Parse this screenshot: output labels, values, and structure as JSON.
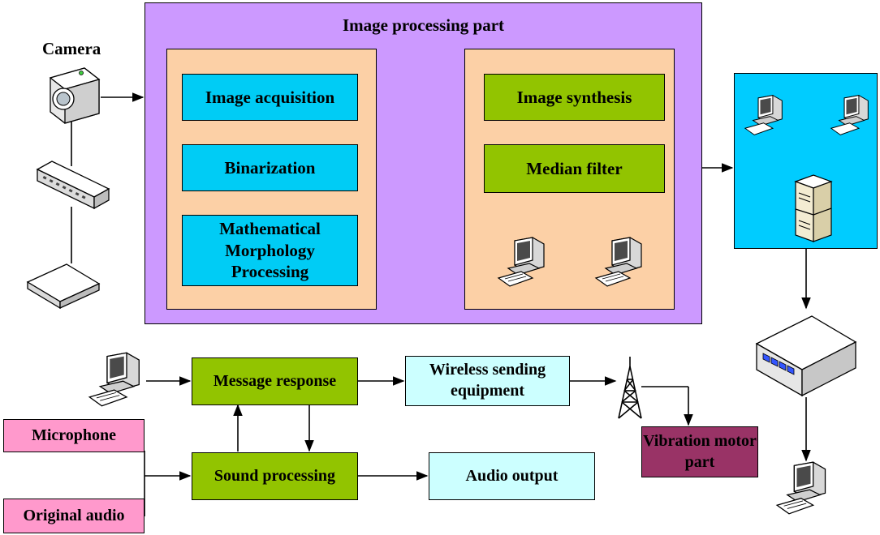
{
  "title": "Image processing part",
  "camera_label": "Camera",
  "left_panel": [
    "Image acquisition",
    "Binarization",
    "Mathematical Morphology Processing"
  ],
  "right_panel": [
    "Image synthesis",
    "Median filter"
  ],
  "bottom": {
    "message_response": "Message response",
    "wireless": "Wireless sending equipment",
    "sound_processing": "Sound processing",
    "audio_output": "Audio output",
    "microphone": "Microphone",
    "original_audio": "Original audio",
    "vibration": "Vibration motor part"
  },
  "colors": {
    "violet": "#cc99ff",
    "peach": "#fcd0a6",
    "blue": "#00ccf5",
    "green": "#92c400",
    "cyan_panel": "#00ccff",
    "pale_cyan": "#ccffff",
    "pink": "#ff99cc",
    "plum": "#993366"
  },
  "icons": [
    "camera-icon",
    "network-switch-icon",
    "router-icon",
    "computer-icon",
    "server-icon",
    "radio-tower-icon",
    "gateway-box-icon"
  ]
}
